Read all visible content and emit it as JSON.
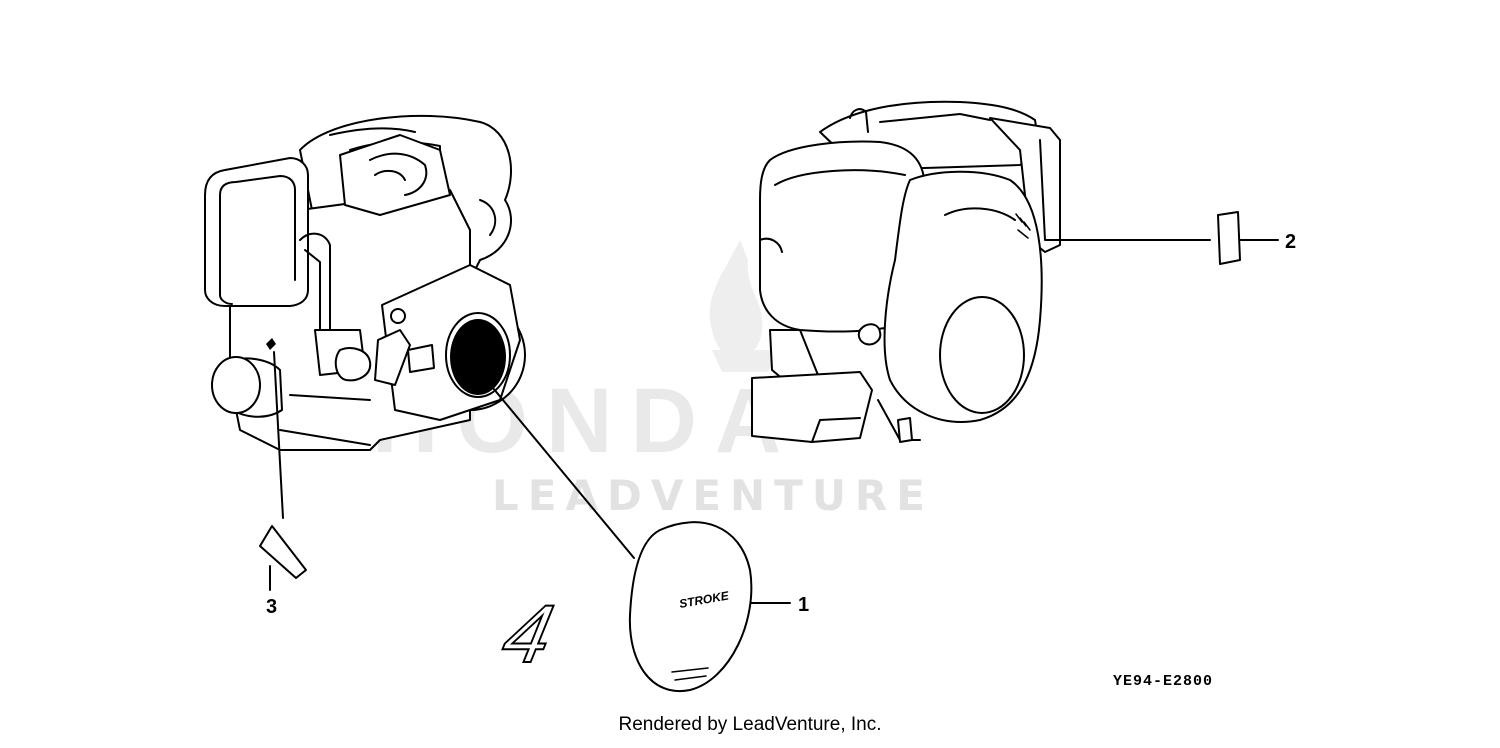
{
  "watermark": {
    "brand": "HONDA",
    "company": "LEADVENTURE"
  },
  "callouts": [
    {
      "number": "1",
      "part": "4-stroke decal"
    },
    {
      "number": "2",
      "part": "label"
    },
    {
      "number": "3",
      "part": "label"
    }
  ],
  "decal_text": {
    "digit": "4",
    "word": "STROKE"
  },
  "diagram_code": "YE94-E2800",
  "footer": "Rendered by LeadVenture, Inc."
}
